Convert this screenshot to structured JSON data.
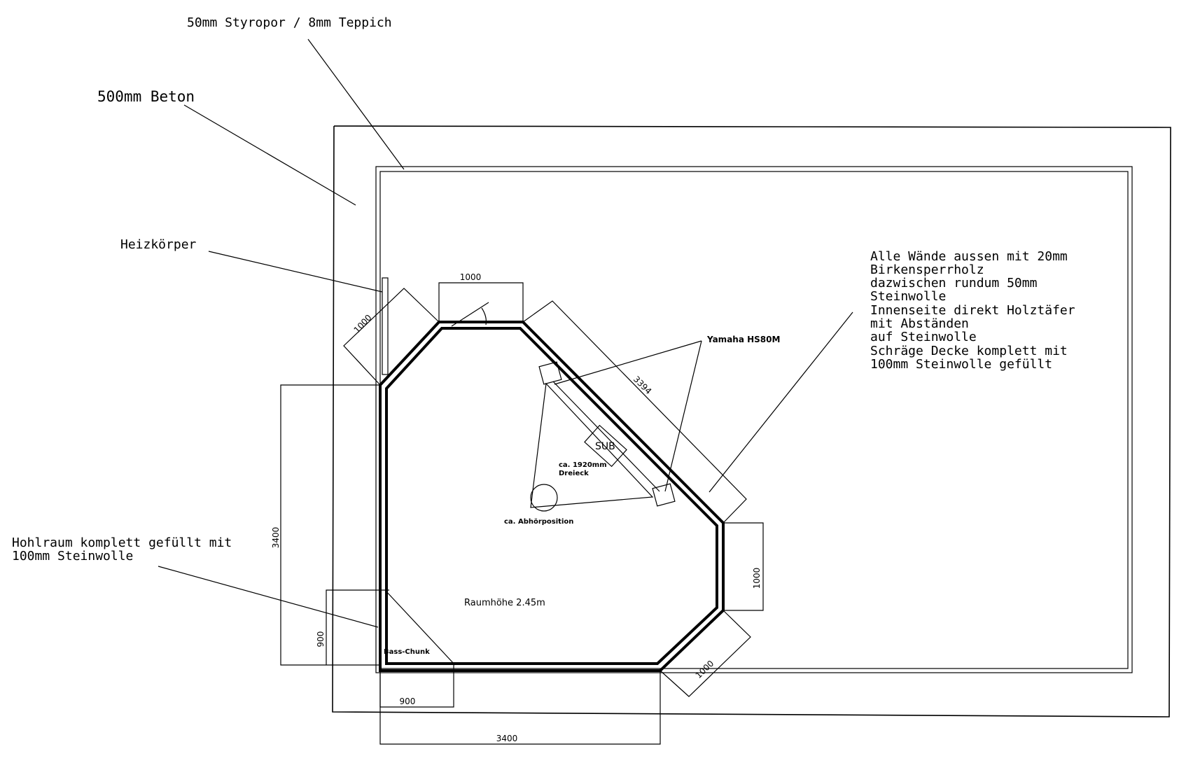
{
  "labels": {
    "styropor": "50mm Styropor / 8mm Teppich",
    "beton": "500mm Beton",
    "heizkoerper": "Heizkörper",
    "wall_note": [
      "Alle Wände aussen mit 20mm",
      "Birkensperrholz",
      "dazwischen rundum 50mm",
      "Steinwolle",
      "Innenseite direkt Holztäfer",
      "mit Abständen",
      "auf Steinwolle",
      "Schräge Decke komplett mit",
      "100mm Steinwolle gefüllt"
    ],
    "hohlraum": [
      "Hohlraum komplett gefüllt mit",
      "100mm Steinwolle"
    ],
    "yamaha": "Yamaha HS80M",
    "sub": "SUB",
    "triangle": [
      "ca. 1920mm",
      "Dreieck"
    ],
    "listening": "ca. Abhörposition",
    "room_height": "Raumhöhe 2.45m",
    "bass_chunk": "Bass-Chunk"
  },
  "dimensions": {
    "top_wall": "1000",
    "upper_left_diag": "1000",
    "long_diag": "3394",
    "right_wall": "1000",
    "lower_right_diag": "1000",
    "left_height": "3400",
    "bottom_width": "3400",
    "bass_height": "900",
    "bass_width": "900"
  }
}
